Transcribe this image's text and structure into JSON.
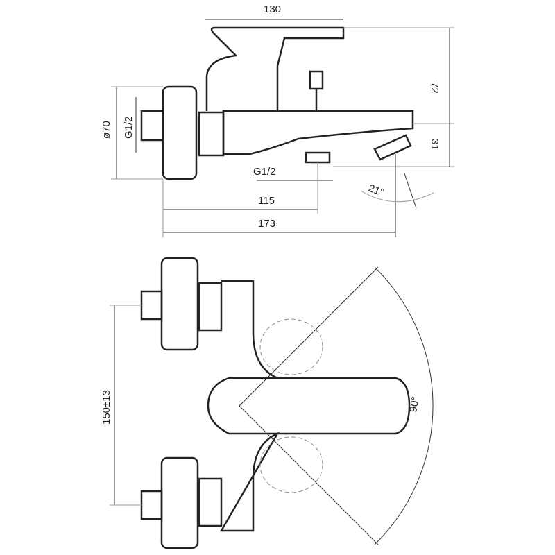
{
  "dimensions": {
    "top_width": "130",
    "handle_height": "72",
    "spout_height": "31",
    "rosette_diameter": "ø70",
    "inlet_thread": "G1/2",
    "outlet_thread": "G1/2",
    "outlet_distance": "115",
    "total_depth": "173",
    "spout_angle": "21°",
    "center_distance": "150±13",
    "lever_rotation": "90°"
  }
}
